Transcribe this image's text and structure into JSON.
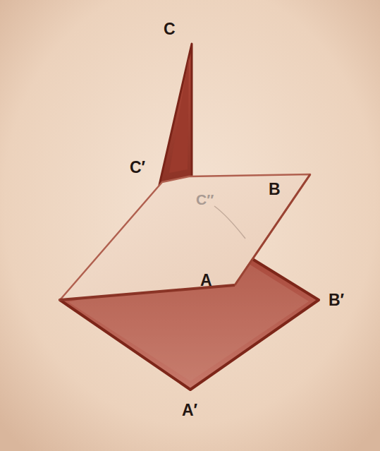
{
  "diagram": {
    "labels": [
      "C",
      "C′",
      "C″",
      "B",
      "A",
      "B′",
      "A′"
    ]
  }
}
